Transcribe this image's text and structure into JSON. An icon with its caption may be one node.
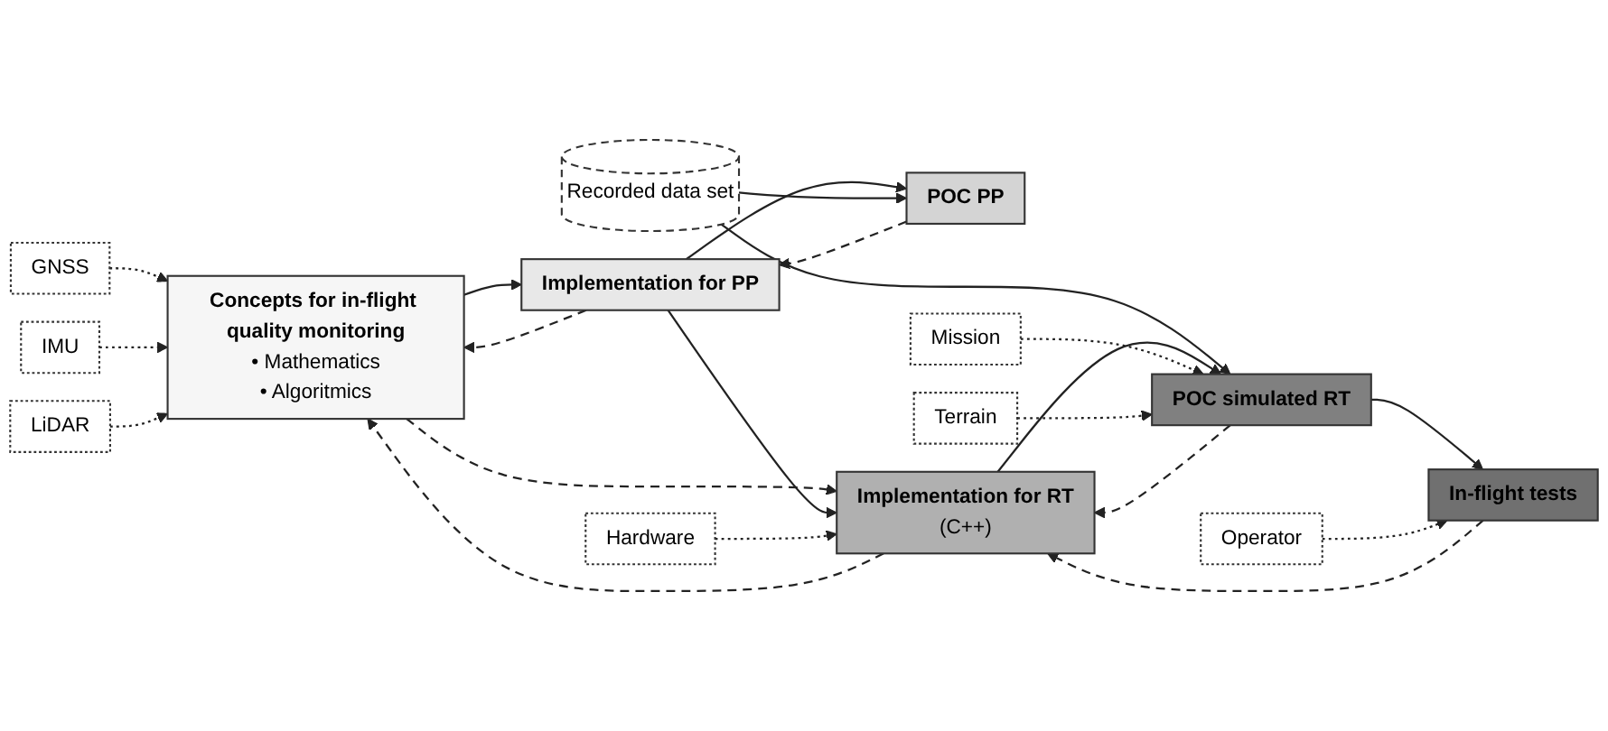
{
  "diagram": {
    "nodes": [
      {
        "text": [
          "GNSS"
        ]
      },
      {
        "text": [
          "IMU"
        ]
      },
      {
        "text": [
          "LiDAR"
        ]
      },
      {
        "text": [
          "Concepts for in-flight quality monitoring",
          "• Mathematics",
          "• Algoritmics"
        ]
      },
      {
        "text": [
          "Implementation for PP"
        ]
      },
      {
        "text": [
          "POC PP"
        ]
      },
      {
        "text": [
          "Recorded data set"
        ]
      },
      {
        "text": [
          "Implementation for RT",
          "(C++)"
        ]
      },
      {
        "text": [
          "POC simulated RT"
        ]
      },
      {
        "text": [
          "Mission"
        ]
      },
      {
        "text": [
          "Terrain"
        ]
      },
      {
        "text": [
          "Hardware"
        ]
      },
      {
        "text": [
          "In-flight tests"
        ]
      },
      {
        "text": [
          "Operator"
        ]
      }
    ],
    "edges": [
      {
        "from": 0,
        "to": 3,
        "arrow": "to",
        "style": "dashed"
      },
      {
        "from": 1,
        "to": 3,
        "arrow": "to",
        "style": "dashed"
      },
      {
        "from": 2,
        "to": 3,
        "arrow": "to",
        "style": "dashed"
      },
      {
        "from": 3,
        "to": 4,
        "arrow": "to"
      },
      {
        "from": 3,
        "to": 7,
        "arrow": "to",
        "style": "dashed"
      },
      {
        "from": 4,
        "to": 5,
        "arrow": "to"
      },
      {
        "from": 4,
        "to": 7,
        "arrow": "to"
      },
      {
        "from": 6,
        "to": 5,
        "arrow": "to"
      },
      {
        "from": 6,
        "to": 8,
        "arrow": "to"
      },
      {
        "from": 7,
        "to": 8,
        "arrow": "to"
      },
      {
        "from": 8,
        "to": 12,
        "arrow": "to"
      },
      {
        "from": 9,
        "to": 8,
        "arrow": "to",
        "style": "dashed"
      },
      {
        "from": 10,
        "to": 8,
        "arrow": "to",
        "style": "dashed"
      },
      {
        "from": 11,
        "to": 7,
        "arrow": "to",
        "style": "dashed"
      },
      {
        "from": 13,
        "to": 12,
        "arrow": "to",
        "style": "dashed"
      },
      {
        "from": 4,
        "to": 3,
        "arrow": "to",
        "style": "dashed"
      },
      {
        "from": 5,
        "to": 4,
        "arrow": "to",
        "style": "dashed"
      },
      {
        "from": 7,
        "to": 3,
        "arrow": "to",
        "style": "dashed"
      },
      {
        "from": 8,
        "to": 7,
        "arrow": "to",
        "style": "dashed"
      },
      {
        "from": 12,
        "to": 7,
        "arrow": "to",
        "style": "dashed"
      }
    ]
  }
}
